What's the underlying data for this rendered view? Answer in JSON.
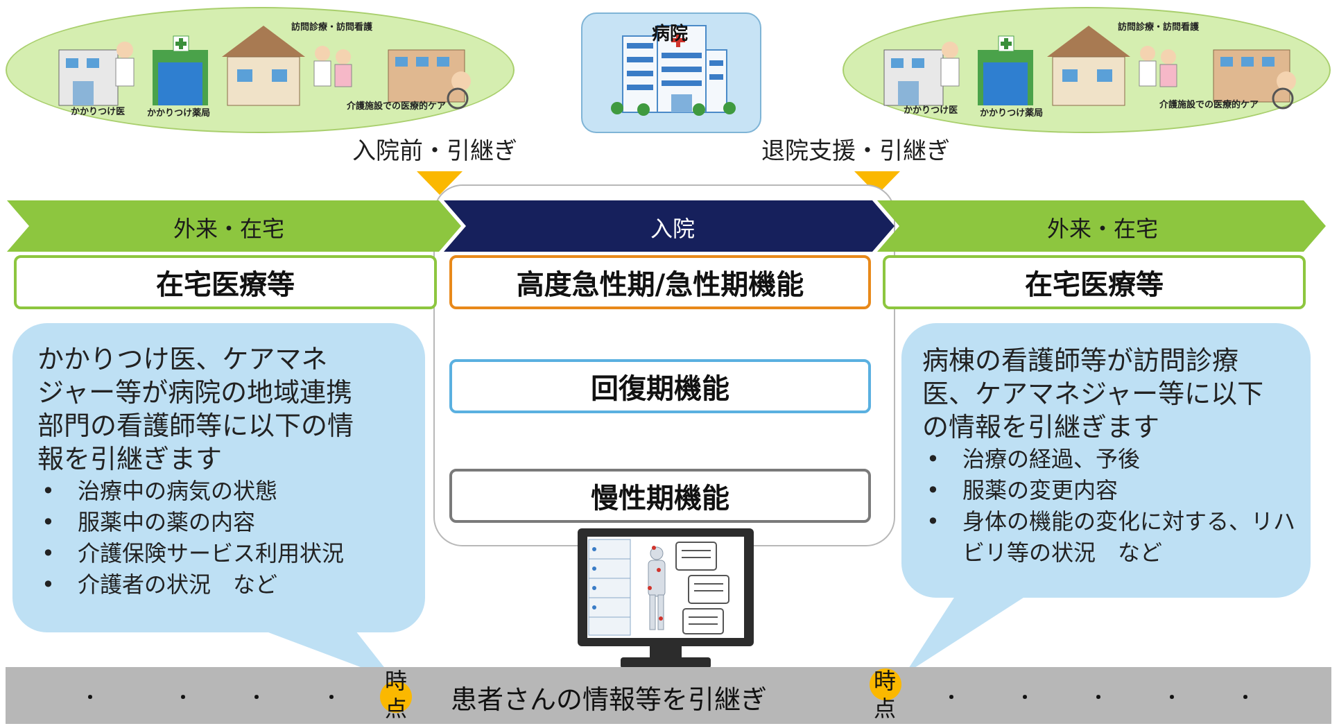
{
  "left_community": {
    "labels": {
      "home_visit": "訪問診療・訪問看護",
      "family_doctor": "かかりつけ医",
      "pharmacy": "かかりつけ薬局",
      "care_facility": "介護施設での医療的ケア"
    }
  },
  "right_community": {
    "labels": {
      "home_visit": "訪問診療・訪問看護",
      "family_doctor": "かかりつけ医",
      "pharmacy": "かかりつけ薬局",
      "care_facility": "介護施設での医療的ケア"
    }
  },
  "hospital": {
    "label": "病院"
  },
  "handoffs": {
    "admission": "入院前・引継ぎ",
    "discharge": "退院支援・引継ぎ"
  },
  "bands": {
    "left": "外来・在宅",
    "center": "入院",
    "right": "外来・在宅"
  },
  "boxes": {
    "left": "在宅医療等",
    "acute": "高度急性期/急性期機能",
    "recovery": "回復期機能",
    "chronic": "慢性期機能",
    "right": "在宅医療等"
  },
  "left_bubble": {
    "intro": [
      "かかりつけ医、ケアマネ",
      "ジャー等が病院の地域連携",
      "部門の看護師等に以下の情",
      "報を引継ぎます"
    ],
    "items": [
      "治療中の病気の状態",
      "服薬中の薬の内容",
      "介護保険サービス利用状況",
      "介護者の状況　など"
    ]
  },
  "right_bubble": {
    "intro": [
      "病棟の看護師等が訪問診療",
      "医、ケアマネジャー等に以下",
      "の情報を引継ぎます"
    ],
    "items": [
      "治療の経過、予後",
      "服薬の変更内容",
      "身体の機能の変化に対する、リハビリ等の状況　など"
    ]
  },
  "timeline": {
    "text": "患者さんの情報等を引継ぎ",
    "point_label": "時点",
    "dot": "・"
  },
  "colors": {
    "green": "#8dc63f",
    "navy": "#16205c",
    "orange": "#e8891a",
    "blue_box": "#5ab0e0",
    "gray_box": "#7a7a7a",
    "bubble": "#bee0f4",
    "timeline": "#b7b7b7",
    "marker": "#fbb800"
  }
}
